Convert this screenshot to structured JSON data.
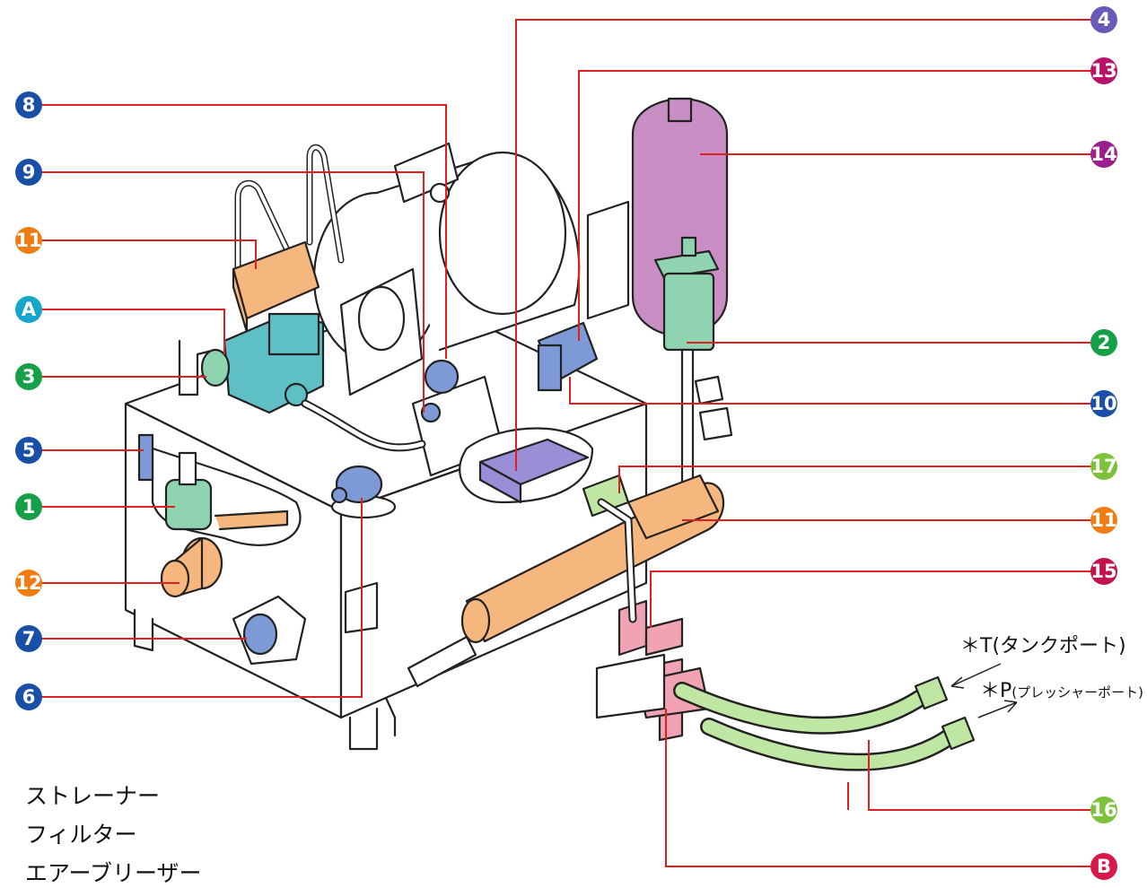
{
  "callouts": [
    {
      "id": "4",
      "color": "#6a5ab8"
    },
    {
      "id": "13",
      "color": "#b8126a"
    },
    {
      "id": "8",
      "color": "#1a4fa8"
    },
    {
      "id": "14",
      "color": "#9b1f8c"
    },
    {
      "id": "9",
      "color": "#1a4fa8"
    },
    {
      "id": "11",
      "color": "#f07d13"
    },
    {
      "id": "A",
      "color": "#16a6c9"
    },
    {
      "id": "2",
      "color": "#15a048"
    },
    {
      "id": "3",
      "color": "#15a048"
    },
    {
      "id": "10",
      "color": "#1a4fa8"
    },
    {
      "id": "5",
      "color": "#1a4fa8"
    },
    {
      "id": "17",
      "color": "#7cc23a"
    },
    {
      "id": "1",
      "color": "#15a048"
    },
    {
      "id": "11",
      "color": "#f07d13"
    },
    {
      "id": "12",
      "color": "#f07d13"
    },
    {
      "id": "15",
      "color": "#c4124a"
    },
    {
      "id": "7",
      "color": "#1a4fa8"
    },
    {
      "id": "6",
      "color": "#1a4fa8"
    },
    {
      "id": "16",
      "color": "#7cc23a"
    },
    {
      "id": "B",
      "color": "#d6184a"
    }
  ],
  "ports": {
    "t_port": "＊T(タンクポート)",
    "p_port_main": "＊P",
    "p_port_sub": "(プレッシャーポート)"
  },
  "legend": [
    "ストレーナー",
    "フィルター",
    "エアーブリーザー"
  ],
  "colors": {
    "leader": "#e02020",
    "accumulator": "#c98ec4",
    "filter": "#8fd3b0",
    "cooler": "#f6b77e",
    "valve": "#7d9ad6",
    "pump": "#5ec0c4",
    "hose": "#bfe7a3",
    "fitting": "#f2a3b3",
    "outline": "#222222"
  }
}
